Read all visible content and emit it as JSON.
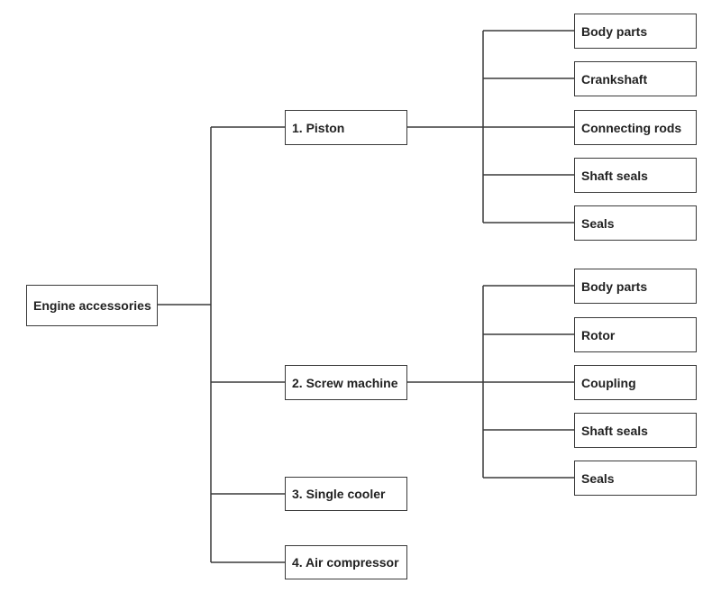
{
  "root": {
    "label": "Engine accessories"
  },
  "branches": [
    {
      "label": "1. Piston",
      "children": [
        "Body parts",
        "Crankshaft",
        "Connecting rods",
        "Shaft seals",
        "Seals"
      ]
    },
    {
      "label": "2. Screw machine",
      "children": [
        "Body parts",
        "Rotor",
        "Coupling",
        "Shaft seals",
        "Seals"
      ]
    },
    {
      "label": "3. Single cooler",
      "children": []
    },
    {
      "label": "4. Air compressor",
      "children": []
    }
  ],
  "colors": {
    "line": "#3a3a3a",
    "text": "#222222",
    "background": "#ffffff"
  }
}
